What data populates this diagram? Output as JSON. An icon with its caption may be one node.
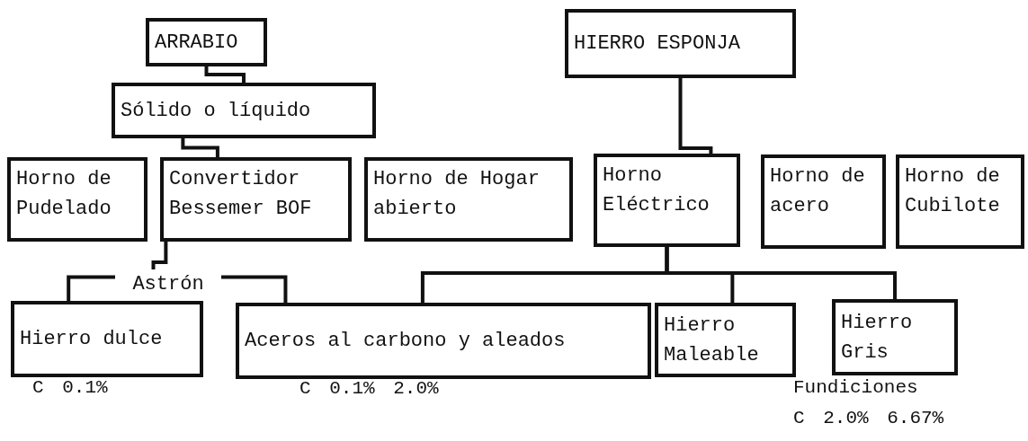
{
  "diagram": {
    "nodes": [
      {
        "text": [
          "ARRABIO"
        ]
      },
      {
        "text": [
          "HIERRO ESPONJA"
        ]
      },
      {
        "text": [
          "Sólido o líquido"
        ]
      },
      {
        "text": [
          "Horno de Pudelado"
        ]
      },
      {
        "text": [
          "Convertidor Bessemer BOF"
        ]
      },
      {
        "text": [
          "Horno de Hogar abierto"
        ]
      },
      {
        "text": [
          "Horno Eléctrico"
        ]
      },
      {
        "text": [
          "Horno de acero"
        ]
      },
      {
        "text": [
          "Horno de Cubilote"
        ]
      },
      {
        "text": [
          "Astrón"
        ]
      },
      {
        "text": [
          "Hierro dulce"
        ],
        "beside": [
          "C 0.1%"
        ]
      },
      {
        "text": [
          "Aceros al carbono y aleados"
        ],
        "beside": [
          "C 0.1% 2.0%"
        ]
      },
      {
        "text": [
          "Hierro Maleable"
        ]
      },
      {
        "text": [
          "Hierro Gris"
        ]
      }
    ],
    "edges": [
      {
        "from": 0,
        "to": 2,
        "arrow": "none"
      },
      {
        "from": 2,
        "to": 4,
        "arrow": "none"
      },
      {
        "from": 1,
        "to": 6,
        "arrow": "none"
      },
      {
        "from": 4,
        "to": 9,
        "arrow": "none"
      },
      {
        "from": 9,
        "to": 10,
        "arrow": "none"
      },
      {
        "from": 9,
        "to": 11,
        "arrow": "none"
      },
      {
        "from": 6,
        "to": 11,
        "arrow": "none"
      },
      {
        "from": 6,
        "to": 12,
        "arrow": "none"
      },
      {
        "from": 6,
        "to": 13,
        "arrow": "none"
      }
    ],
    "labels": [
      "Fundiciones",
      "C 2.0% 6.67%"
    ]
  }
}
